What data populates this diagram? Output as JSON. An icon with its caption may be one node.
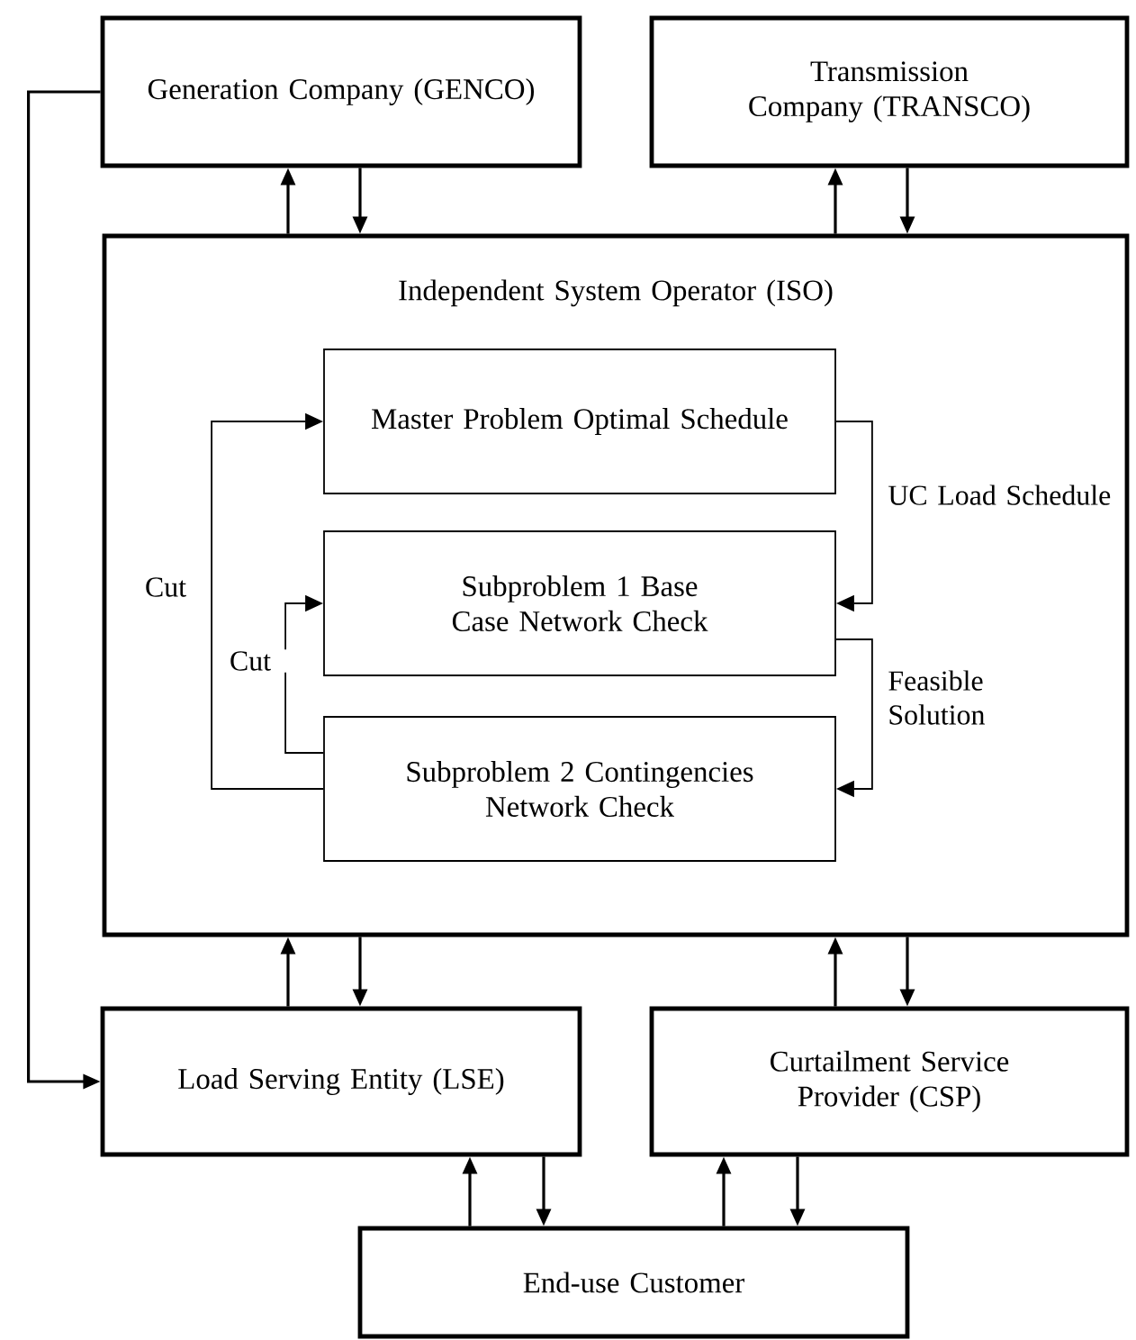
{
  "diagram": {
    "nodes": [
      {
        "text": [
          "Generation Company (GENCO)"
        ]
      },
      {
        "text": [
          "Transmission Company (TRANSCO)"
        ]
      },
      {
        "text": [
          "Independent System Operator (ISO)"
        ]
      },
      {
        "text": [
          "Master Problem Optimal Schedule"
        ],
        "in": 2
      },
      {
        "text": [
          "Subproblem 1 Base Case Network Check"
        ],
        "in": 2
      },
      {
        "text": [
          "Subproblem 2 Contingencies Network Check"
        ],
        "in": 2
      },
      {
        "text": [
          "Load Serving Entity (LSE)"
        ]
      },
      {
        "text": [
          "Curtailment Service Provider (CSP)"
        ]
      },
      {
        "text": [
          "End-use Customer"
        ]
      }
    ],
    "edges": [
      {
        "from": 2,
        "to": 0,
        "arrow": "to"
      },
      {
        "from": 0,
        "to": 2,
        "arrow": "to"
      },
      {
        "from": 2,
        "to": 1,
        "arrow": "to"
      },
      {
        "from": 1,
        "to": 2,
        "arrow": "to"
      },
      {
        "from": 0,
        "to": 6,
        "arrow": "to"
      },
      {
        "from": 6,
        "to": 2,
        "arrow": "to"
      },
      {
        "from": 2,
        "to": 6,
        "arrow": "to"
      },
      {
        "from": 7,
        "to": 2,
        "arrow": "to"
      },
      {
        "from": 2,
        "to": 7,
        "arrow": "to"
      },
      {
        "from": 8,
        "to": 6,
        "arrow": "to"
      },
      {
        "from": 6,
        "to": 8,
        "arrow": "to"
      },
      {
        "from": 8,
        "to": 7,
        "arrow": "to"
      },
      {
        "from": 7,
        "to": 8,
        "arrow": "to"
      },
      {
        "from": 3,
        "to": 4,
        "arrow": "to",
        "label": "UC Load Schedule"
      },
      {
        "from": 4,
        "to": 5,
        "arrow": "to",
        "label": "Feasible Solution"
      },
      {
        "from": 5,
        "to": 3,
        "arrow": "to",
        "label": "Cut"
      },
      {
        "from": 5,
        "to": 4,
        "arrow": "to",
        "label": "Cut"
      }
    ]
  }
}
